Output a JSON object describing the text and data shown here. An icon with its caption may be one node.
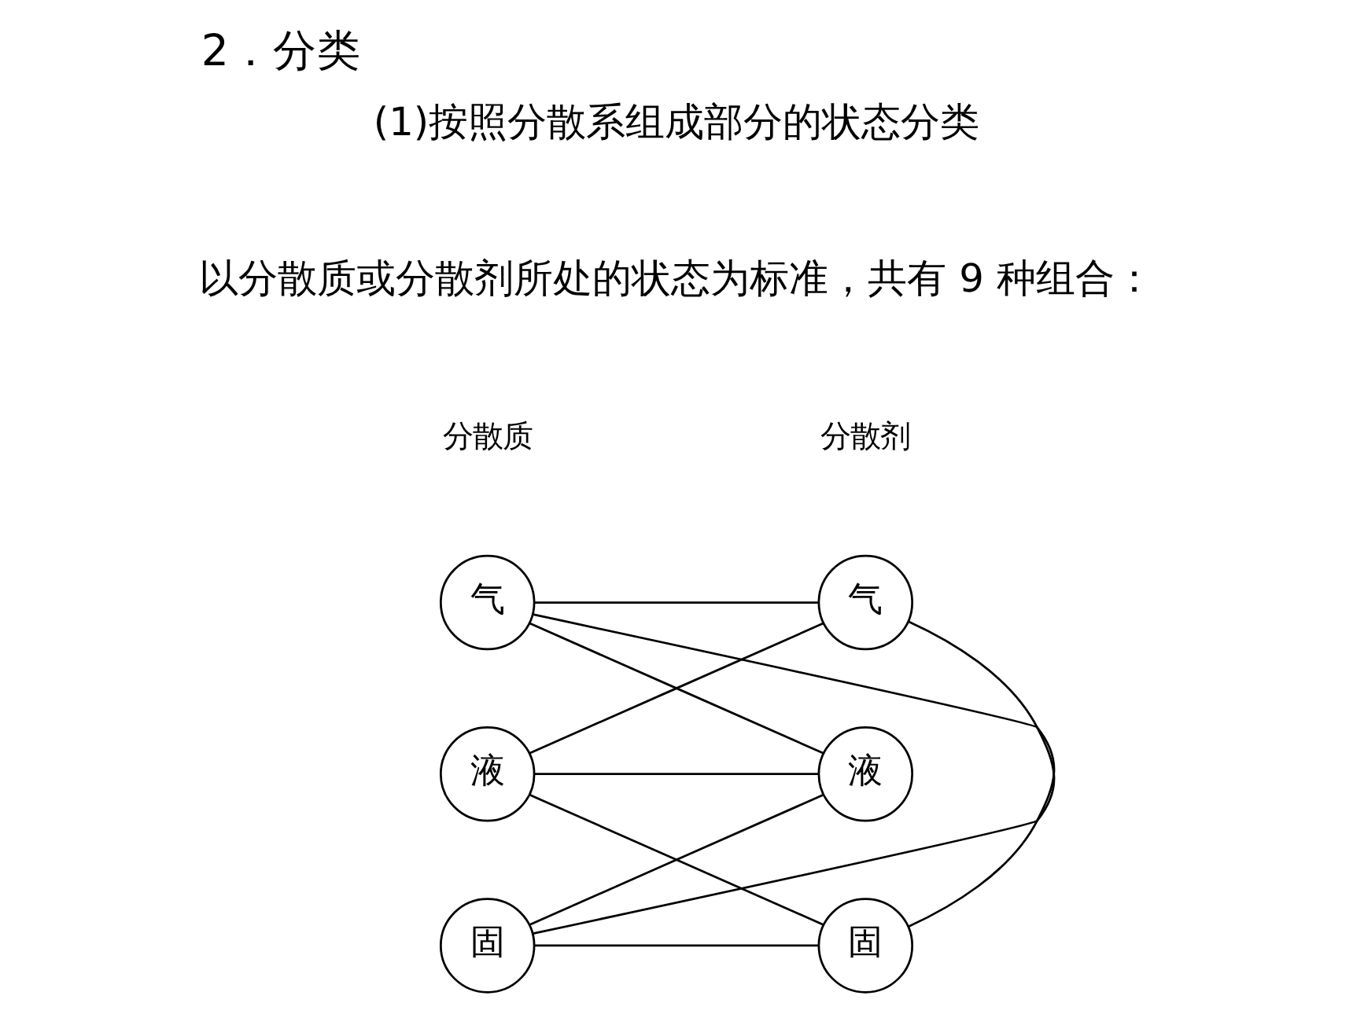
{
  "diagram": {
    "title": "2．分类",
    "nodes": [
      {
        "text": [
          "气"
        ]
      },
      {
        "text": [
          "液"
        ]
      },
      {
        "text": [
          "固"
        ]
      },
      {
        "text": [
          "气"
        ]
      },
      {
        "text": [
          "液"
        ]
      },
      {
        "text": [
          "固"
        ]
      }
    ],
    "edges": [
      {
        "from": 0,
        "to": 3,
        "arrow": "none"
      },
      {
        "from": 0,
        "to": 4,
        "arrow": "none"
      },
      {
        "from": 0,
        "to": 5,
        "arrow": "none"
      },
      {
        "from": 1,
        "to": 3,
        "arrow": "none"
      },
      {
        "from": 1,
        "to": 4,
        "arrow": "none"
      },
      {
        "from": 1,
        "to": 5,
        "arrow": "none"
      },
      {
        "from": 2,
        "to": 3,
        "arrow": "none"
      },
      {
        "from": 2,
        "to": 4,
        "arrow": "none"
      },
      {
        "from": 2,
        "to": 5,
        "arrow": "none"
      }
    ],
    "labels": [
      "(1)按照分散系组成部分的状态分类",
      "以分散质或分散剂所处的状态为标准，共有 9 种组合：",
      "分散质",
      "分散剂"
    ]
  }
}
